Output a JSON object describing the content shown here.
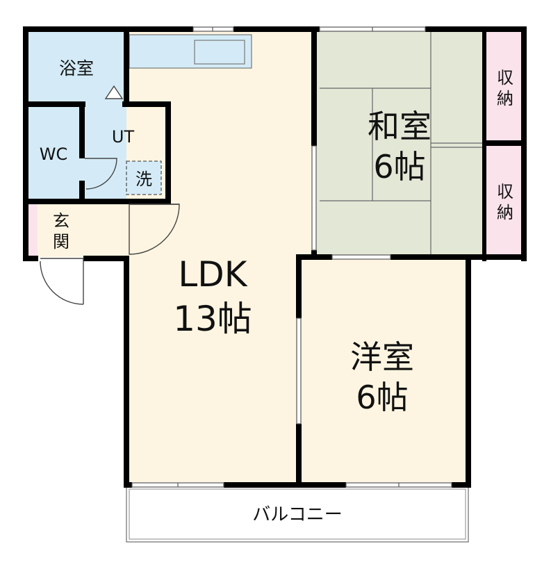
{
  "floorplan": {
    "rooms": {
      "bath": "浴室",
      "wc": "WC",
      "utility": "UT",
      "washer": "洗",
      "entrance_line1": "玄",
      "entrance_line2": "関",
      "ldk_name": "LDK",
      "ldk_size": "13帖",
      "washitsu_name": "和室",
      "washitsu_size": "6帖",
      "yoshitsu_name": "洋室",
      "yoshitsu_size": "6帖",
      "closet1_line1": "収",
      "closet1_line2": "納",
      "closet2_line1": "収",
      "closet2_line2": "納",
      "balcony": "バルコニー"
    },
    "colors": {
      "wet_area": "#d4ebf7",
      "living": "#fdf5e1",
      "tatami": "#e3e7d6",
      "closet": "#fbe3ec",
      "wall": "#000000"
    }
  }
}
